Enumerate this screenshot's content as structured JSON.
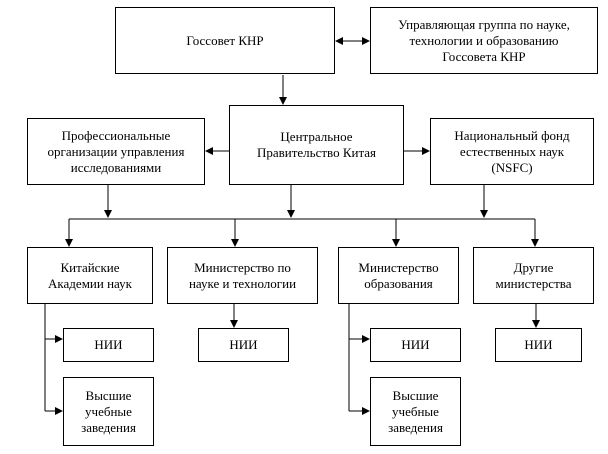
{
  "diagram": {
    "nodes": [
      {
        "id": "gossovet",
        "label": "Госсовет КНР"
      },
      {
        "id": "mgmt_group",
        "label": "Управляющая группа по науке,\nтехнологии и образованию\nГоссовета КНР"
      },
      {
        "id": "central_gov",
        "label": "Центральное\nПравительство Китая"
      },
      {
        "id": "prof_orgs",
        "label": "Профессиональные\nорганизации управления\nисследованиями"
      },
      {
        "id": "nsfc",
        "label": "Национальный фонд\nестественных наук\n(NSFC)"
      },
      {
        "id": "cas",
        "label": "Китайские\nАкадемии наук"
      },
      {
        "id": "most",
        "label": "Министерство по\nнауке и технологии"
      },
      {
        "id": "moe",
        "label": "Министерство\nобразования"
      },
      {
        "id": "other_min",
        "label": "Другие\nминистерства"
      },
      {
        "id": "nii_cas",
        "label": "НИИ"
      },
      {
        "id": "univ_cas",
        "label": "Высшие\nучебные\nзаведения"
      },
      {
        "id": "nii_most",
        "label": "НИИ"
      },
      {
        "id": "nii_moe",
        "label": "НИИ"
      },
      {
        "id": "univ_moe",
        "label": "Высшие\nучебные\nзаведения"
      },
      {
        "id": "nii_other",
        "label": "НИИ"
      }
    ],
    "edges": [
      {
        "from": "gossovet",
        "to": "mgmt_group",
        "bidirectional": true
      },
      {
        "from": "gossovet",
        "to": "central_gov"
      },
      {
        "from": "central_gov",
        "to": "prof_orgs"
      },
      {
        "from": "central_gov",
        "to": "nsfc"
      },
      {
        "from": "prof_orgs",
        "to": "cas"
      },
      {
        "from": "nsfc",
        "to": "other_min"
      },
      {
        "from": "central_gov",
        "to": "cas"
      },
      {
        "from": "central_gov",
        "to": "most"
      },
      {
        "from": "central_gov",
        "to": "moe"
      },
      {
        "from": "central_gov",
        "to": "other_min"
      },
      {
        "from": "cas",
        "to": "nii_cas"
      },
      {
        "from": "cas",
        "to": "univ_cas"
      },
      {
        "from": "most",
        "to": "nii_most"
      },
      {
        "from": "moe",
        "to": "nii_moe"
      },
      {
        "from": "moe",
        "to": "univ_moe"
      },
      {
        "from": "other_min",
        "to": "nii_other"
      }
    ],
    "colors": {
      "line": "#000000",
      "box_border": "#000000",
      "box_fill": "#ffffff",
      "text": "#000000"
    }
  }
}
